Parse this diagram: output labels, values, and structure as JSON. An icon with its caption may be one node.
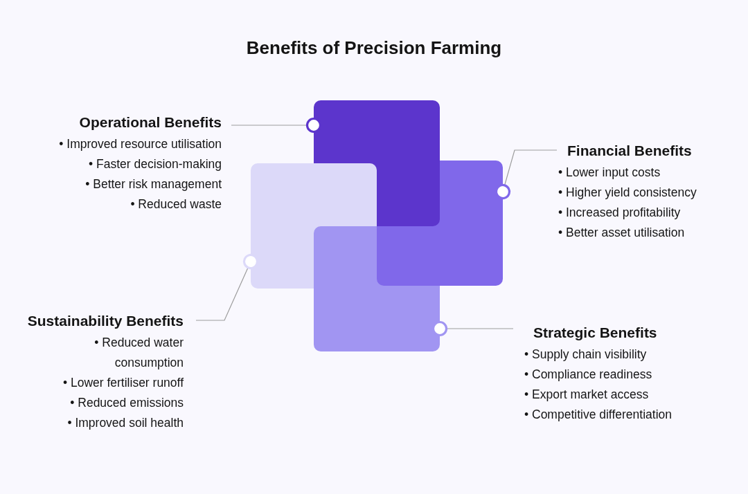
{
  "diagram": {
    "title": "Benefits of Precision Farming",
    "nodes": [
      {
        "text": [
          "Operational Benefits",
          "• Improved resource utilisation",
          "• Faster decision-making",
          "• Better risk management",
          "• Reduced waste"
        ]
      },
      {
        "text": [],
        "shape": "box"
      },
      {
        "text": [
          "Financial Benefits",
          "• Lower input costs",
          "• Higher yield consistency",
          "• Increased profitability",
          "• Better asset utilisation"
        ]
      },
      {
        "text": [],
        "shape": "box"
      },
      {
        "text": [
          "Sustainability Benefits",
          "• Reduced water consumption",
          "• Lower fertiliser runoff",
          "• Reduced emissions",
          "• Improved soil health"
        ]
      },
      {
        "text": [],
        "shape": "box"
      },
      {
        "text": [
          "Strategic Benefits",
          "• Supply chain visibility",
          "• Compliance readiness",
          "• Export market access",
          "• Competitive differentiation"
        ]
      },
      {
        "text": [],
        "shape": "box"
      }
    ],
    "edges": [
      {
        "from": 0,
        "to": 1,
        "arrow": "other"
      },
      {
        "from": 2,
        "to": 3,
        "arrow": "other"
      },
      {
        "from": 4,
        "to": 5,
        "arrow": "other"
      },
      {
        "from": 6,
        "to": 7,
        "arrow": "other"
      }
    ]
  }
}
